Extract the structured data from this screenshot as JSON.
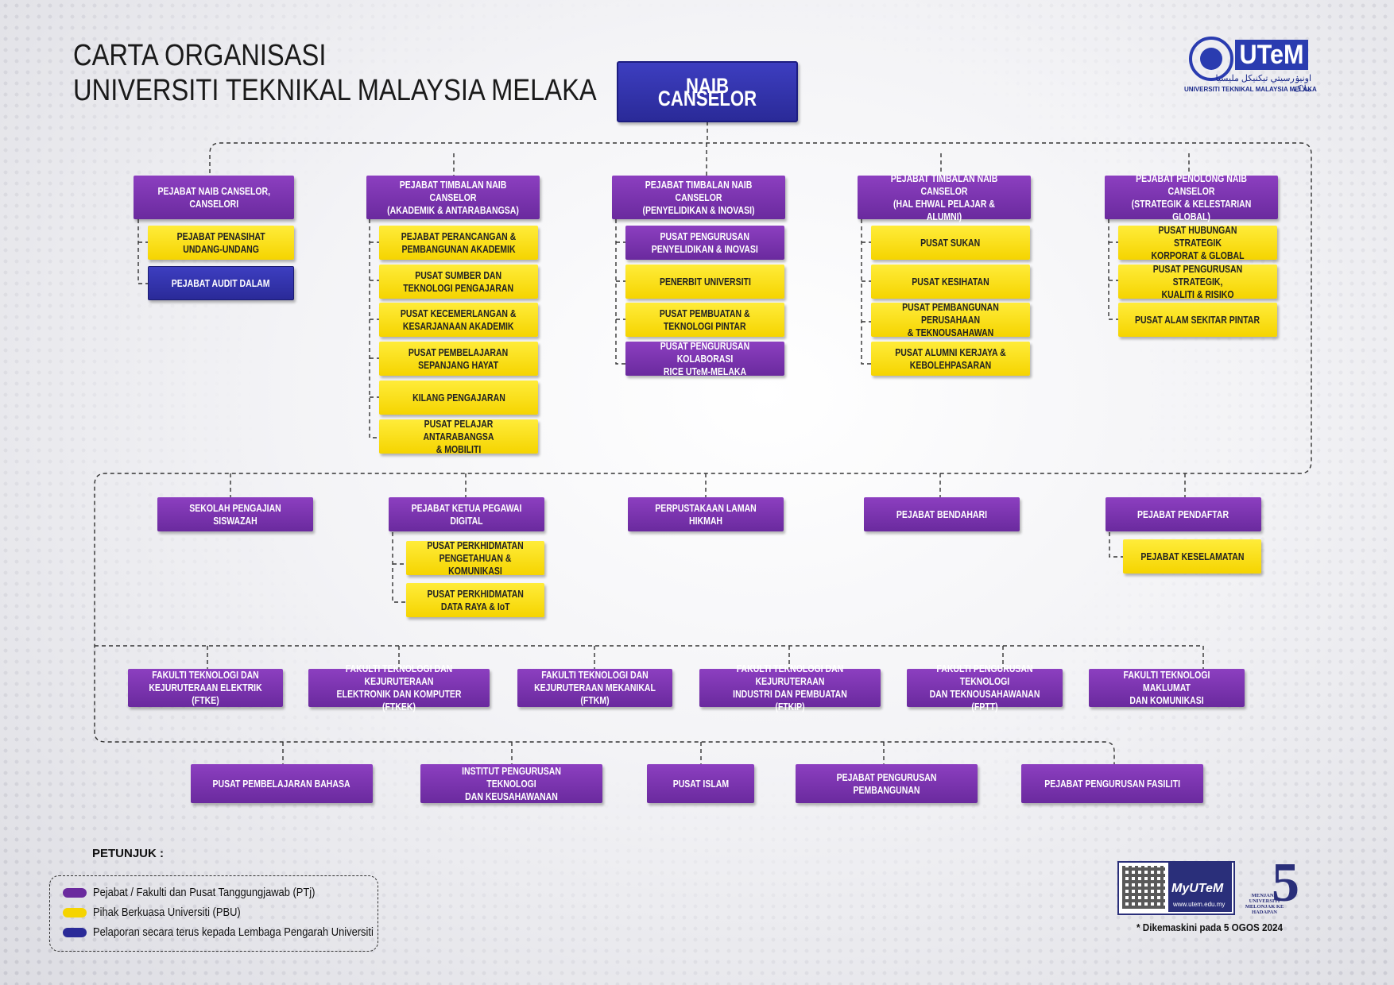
{
  "title": {
    "line1": "CARTA ORGANISASI",
    "line2": "UNIVERSITI TEKNIKAL MALAYSIA MELAKA"
  },
  "logo": {
    "word": "UTeM",
    "jawi": "اونيۏرسيتي تيكنيكل مليسيا ملاک",
    "subtitle": "UNIVERSITI TEKNIKAL MALAYSIA MELAKA"
  },
  "top": "NAIB CANSELOR",
  "level1": {
    "canselori": "PEJABAT NAIB CANSELOR,\nCANSELORI",
    "akademik": "PEJABAT TIMBALAN NAIB CANSELOR\n(AKADEMIK & ANTARABANGSA)",
    "penyelidikan": "PEJABAT TIMBALAN NAIB CANSELOR\n(PENYELIDIKAN & INOVASI)",
    "hep": "PEJABAT TIMBALAN NAIB CANSELOR\n(HAL EHWAL PELAJAR & ALUMNI)",
    "strategik": "PEJABAT PENOLONG NAIB CANSELOR\n(STRATEGIK & KELESTARIAN GLOBAL)"
  },
  "canselori_children": [
    "PEJABAT PENASIHAT\nUNDANG-UNDANG",
    "PEJABAT AUDIT DALAM"
  ],
  "akademik_children": [
    "PEJABAT PERANCANGAN &\nPEMBANGUNAN AKADEMIK",
    "PUSAT SUMBER DAN\nTEKNOLOGI PENGAJARAN",
    "PUSAT KECEMERLANGAN &\nKESARJANAAN AKADEMIK",
    "PUSAT PEMBELAJARAN\nSEPANJANG HAYAT",
    "KILANG PENGAJARAN",
    "PUSAT PELAJAR ANTARABANGSA\n& MOBILITI"
  ],
  "penyelidikan_children": [
    "PUSAT PENGURUSAN\nPENYELIDIKAN & INOVASI",
    "PENERBIT UNIVERSITI",
    "PUSAT PEMBUATAN &\nTEKNOLOGI PINTAR",
    "PUSAT PENGURUSAN KOLABORASI\nRICE UTeM-MELAKA"
  ],
  "hep_children": [
    "PUSAT SUKAN",
    "PUSAT KESIHATAN",
    "PUSAT PEMBANGUNAN PERUSAHAAN\n& TEKNOUSAHAWAN",
    "PUSAT ALUMNI KERJAYA &\nKEBOLEHPASARAN"
  ],
  "strategik_children": [
    "PUSAT HUBUNGAN STRATEGIK\nKORPORAT & GLOBAL",
    "PUSAT PENGURUSAN STRATEGIK,\nKUALITI & RISIKO",
    "PUSAT ALAM SEKITAR PINTAR"
  ],
  "row2": [
    "SEKOLAH PENGAJIAN SISWAZAH",
    "PEJABAT KETUA PEGAWAI DIGITAL",
    "PERPUSTAKAAN LAMAN HIKMAH",
    "PEJABAT BENDAHARI",
    "PEJABAT PENDAFTAR"
  ],
  "digital_children": [
    "PUSAT PERKHIDMATAN\nPENGETAHUAN & KOMUNIKASI",
    "PUSAT PERKHIDMATAN\nDATA RAYA & IoT"
  ],
  "pendaftar_children": [
    "PEJABAT KESELAMATAN"
  ],
  "faculties": [
    "FAKULTI TEKNOLOGI DAN\nKEJURUTERAAN ELEKTRIK (FTKE)",
    "FAKULTI TEKNOLOGI DAN KEJURUTERAAN\nELEKTRONIK DAN KOMPUTER (FTKEK)",
    "FAKULTI TEKNOLOGI DAN\nKEJURUTERAAN MEKANIKAL (FTKM)",
    "FAKULTI TEKNOLOGI DAN KEJURUTERAAN\nINDUSTRI DAN PEMBUATAN (FTKIP)",
    "FAKULTI PENGURUSAN TEKNOLOGI\nDAN TEKNOUSAHAWANAN (FPTT)",
    "FAKULTI TEKNOLOGI MAKLUMAT\nDAN KOMUNIKASI"
  ],
  "row4": [
    "PUSAT PEMBELAJARAN BAHASA",
    "INSTITUT PENGURUSAN TEKNOLOGI\nDAN KEUSAHAWANAN",
    "PUSAT ISLAM",
    "PEJABAT PENGURUSAN PEMBANGUNAN",
    "PEJABAT PENGURUSAN FASILITI"
  ],
  "legend": {
    "title": "PETUNJUK :",
    "items": [
      {
        "label": "Pejabat / Fakulti dan Pusat Tanggungjawab (PTj)",
        "color": "#6a2a9e"
      },
      {
        "label": "Pihak Berkuasa Universiti (PBU)",
        "color": "#f5d400"
      },
      {
        "label": "Pelaporan secara terus kepada Lembaga Pengarah Universiti",
        "color": "#2a2a98"
      }
    ]
  },
  "qr": {
    "brand": "MyUTeM",
    "site": "www.utem.edu.my"
  },
  "badge": {
    "number": "5",
    "caption": "MENJANA UNIVERSITI MELONJAK KE HADAPAN"
  },
  "note": "* Dikemaskini pada  5 OGOS 2024",
  "colors": {
    "purple": "#6a2a9e",
    "yellow": "#f5d400",
    "blue": "#2a2a98"
  }
}
